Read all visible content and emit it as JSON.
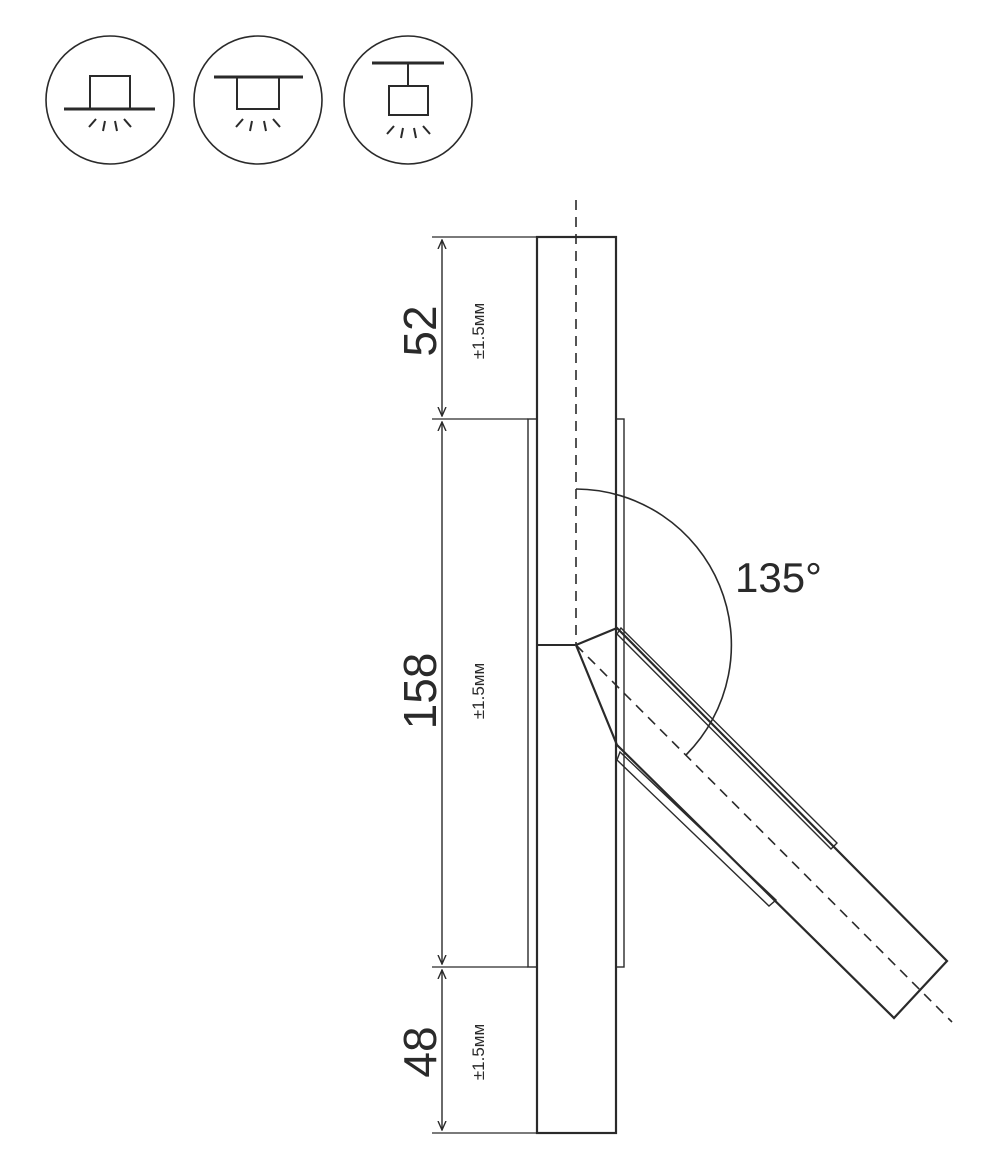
{
  "mount_icons": [
    {
      "name": "surface-mount-icon"
    },
    {
      "name": "semi-recessed-mount-icon"
    },
    {
      "name": "suspended-mount-icon"
    }
  ],
  "dimensions": {
    "top": {
      "value": "52",
      "tolerance": "±1.5мм"
    },
    "middle": {
      "value": "158",
      "tolerance": "±1.5мм"
    },
    "bottom": {
      "value": "48",
      "tolerance": "±1.5мм"
    }
  },
  "angle": {
    "value": "135°"
  },
  "colors": {
    "line": "#2a2a2a",
    "background": "#ffffff"
  }
}
